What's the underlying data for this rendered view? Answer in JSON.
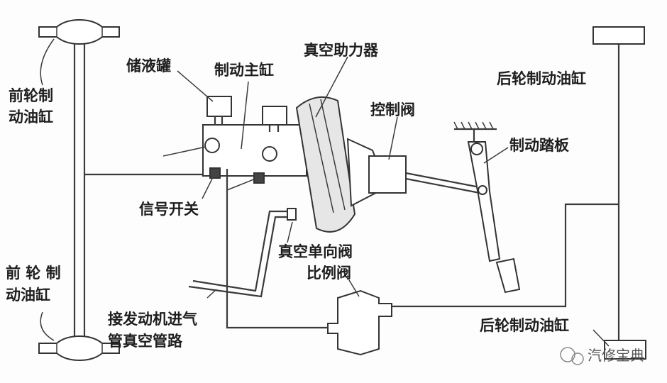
{
  "labels": {
    "front_wheel_cylinder_top": [
      "前轮制",
      "动油缸"
    ],
    "front_wheel_cylinder_bottom": [
      "前 轮 制",
      "动油缸"
    ],
    "reservoir": "储液罐",
    "master_cylinder": "制动主缸",
    "vacuum_booster": "真空助力器",
    "control_valve": "控制阀",
    "brake_pedal": "制动踏板",
    "rear_wheel_cylinder_top": "后轮制动油缸",
    "rear_wheel_cylinder_bottom": "后轮制动油缸",
    "signal_switch": "信号开关",
    "vacuum_check_valve": "真空单向阀",
    "proportioning_valve": "比例阀",
    "engine_intake_vacuum": [
      "接发动机进气",
      "管真空管路"
    ]
  },
  "watermark": "汽修宝典",
  "colors": {
    "line": "#3a3a3a",
    "text": "#1e1e1e",
    "part_fill": "#ffffff",
    "booster_fill": "#e6e6e6",
    "background": "#fdfdfd"
  }
}
